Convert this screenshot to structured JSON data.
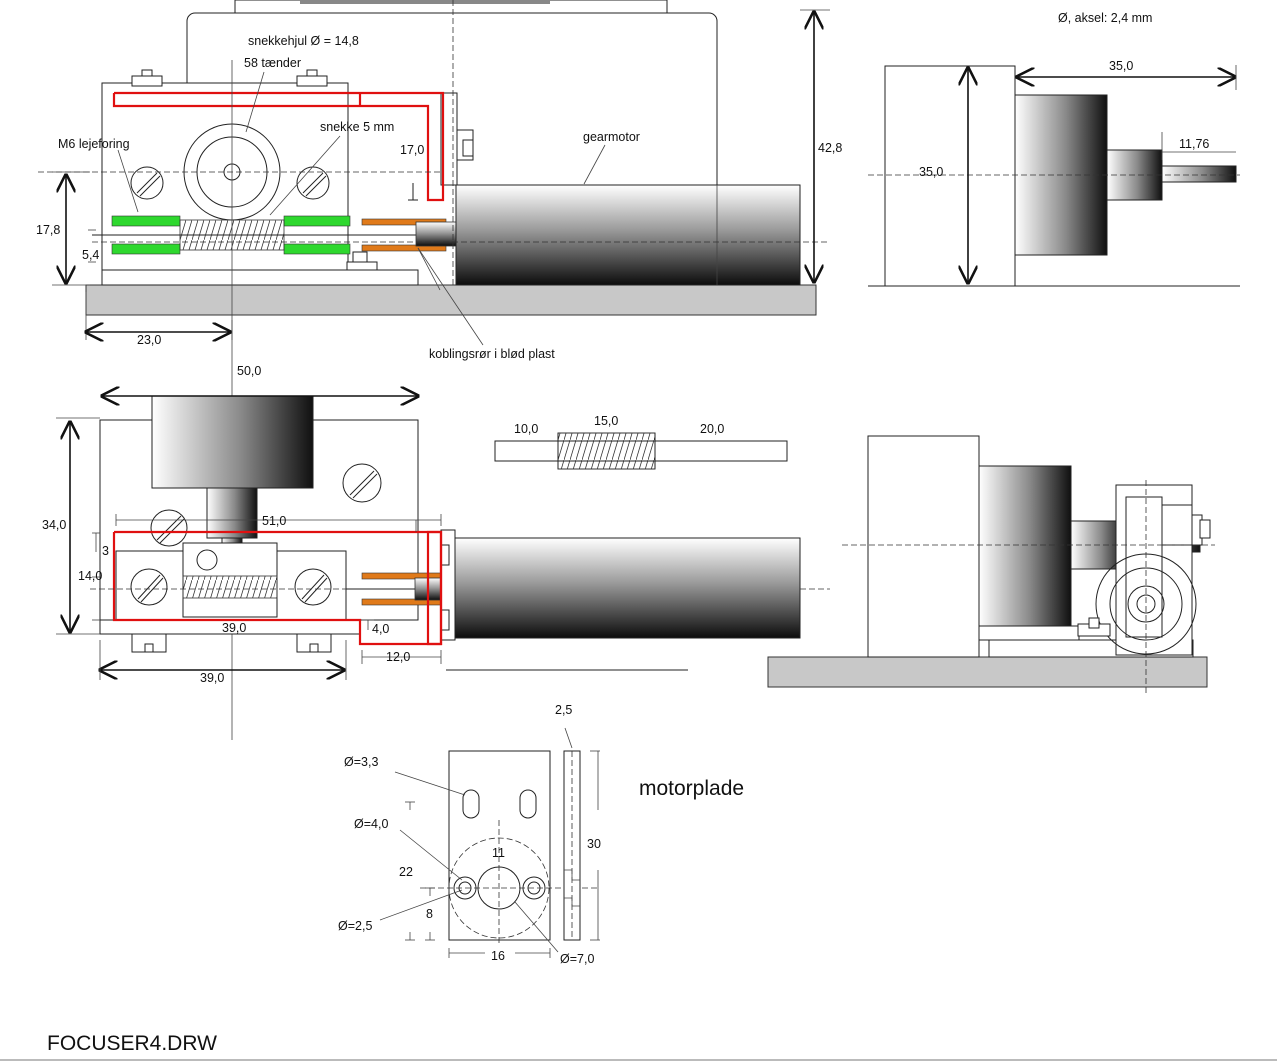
{
  "file_name": "FOCUSER4.DRW",
  "labels": {
    "axle_diameter": "Ø, aksel: 2,4 mm",
    "worm_wheel": "snekkehjul Ø = 14,8",
    "teeth": "58 tænder",
    "worm": "snekke 5 mm",
    "bearing": "M6 lejeforing",
    "gearmotor": "gearmotor",
    "coupling": "koblingsrør i blød plast",
    "motor_plate": "motorplade"
  },
  "dimensions": {
    "top_17_0": "17,0",
    "top_42_8": "42,8",
    "top_17_8": "17,8",
    "top_5_4": "5,4",
    "top_23_0": "23,0",
    "side_35_0_w": "35,0",
    "side_35_0_h": "35,0",
    "side_11_76": "11,76",
    "mid_50_0": "50,0",
    "mid_34_0": "34,0",
    "mid_51_0": "51,0",
    "mid_3": "3",
    "mid_14_0": "14,0",
    "mid_39_0_in": "39,0",
    "mid_4_0": "4,0",
    "mid_12_0": "12,0",
    "mid_39_0_out": "39,0",
    "worm_10_0": "10,0",
    "worm_15_0": "15,0",
    "worm_20_0": "20,0",
    "plate_3_3": "Ø=3,3",
    "plate_4_0": "Ø=4,0",
    "plate_22": "22",
    "plate_8": "8",
    "plate_2_5_hole": "Ø=2,5",
    "plate_11": "11",
    "plate_16": "16",
    "plate_7_0": "Ø=7,0",
    "plate_2_5_thk": "2,5",
    "plate_30": "30"
  },
  "colors": {
    "outline": "#222222",
    "red_frame": "#e01010",
    "bearing_green": "#2ed82e",
    "coupling_orange": "#e07a1a",
    "baseplate_grey": "#c8c8c8",
    "cylinder_dark": "#111111"
  }
}
